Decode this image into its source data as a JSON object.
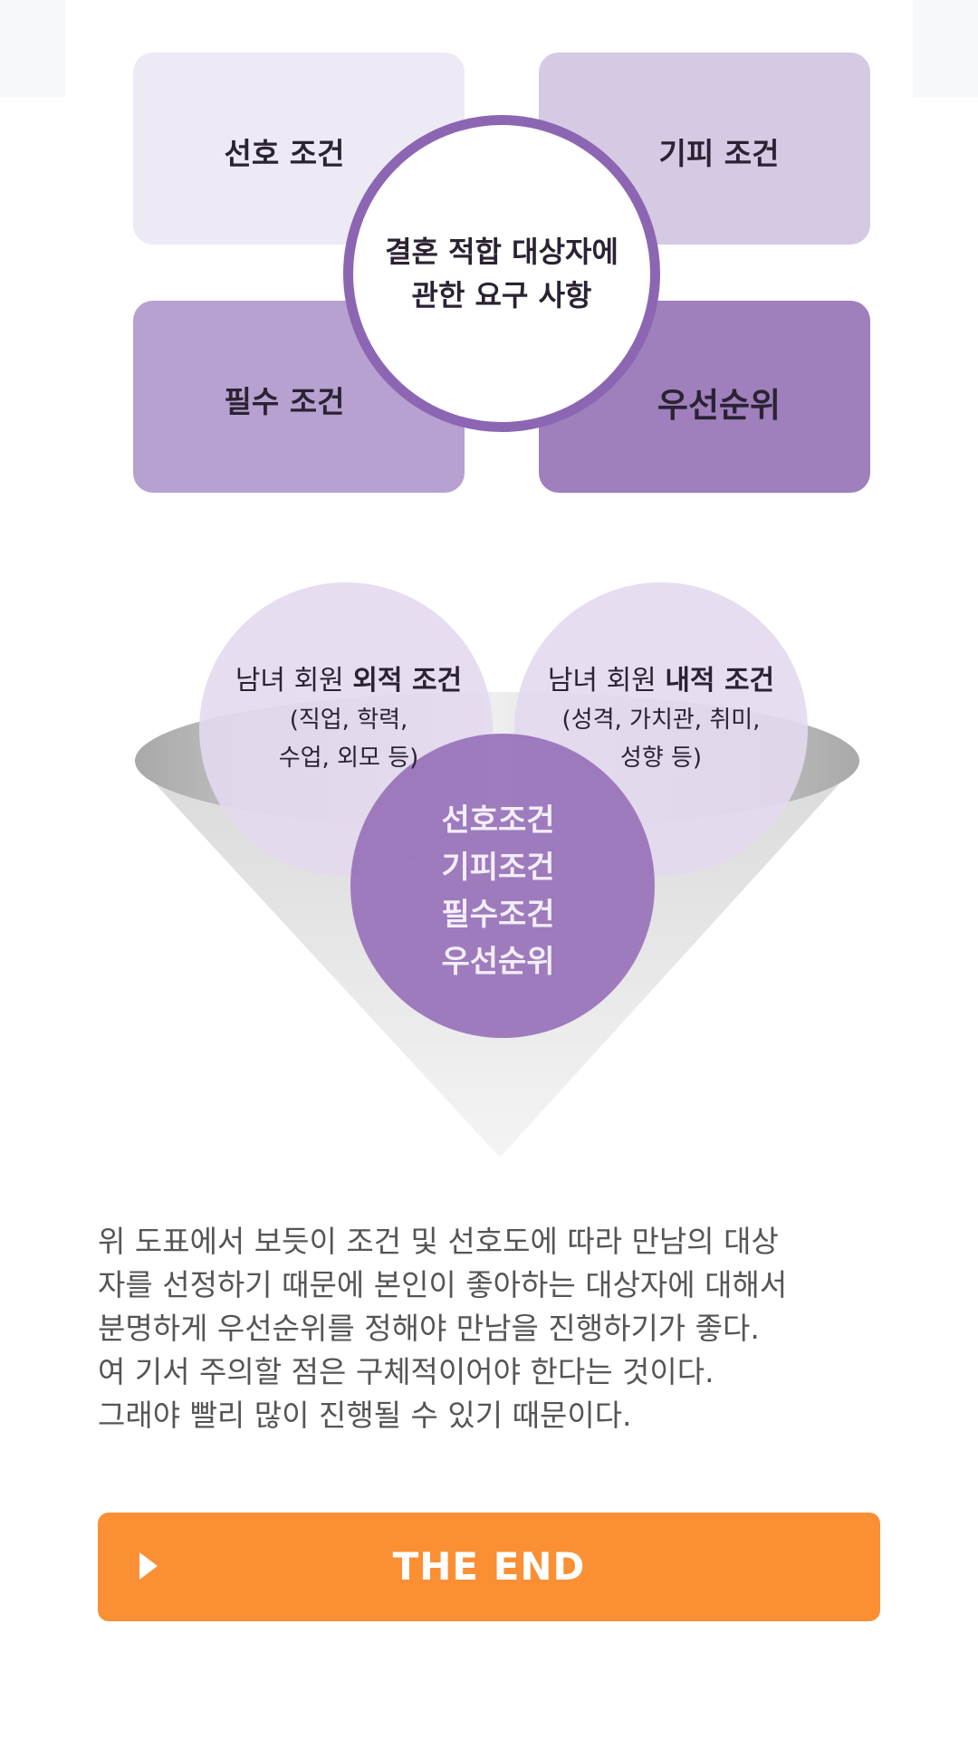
{
  "diagram1": {
    "center_lines": [
      "결혼 적합 대상자에",
      "관한 요구 사항"
    ],
    "quadrants": [
      {
        "label": "선호 조건",
        "color": "#eeeaf5"
      },
      {
        "label": "기피 조건",
        "color": "#d6c9e4"
      },
      {
        "label": "필수 조건",
        "color": "#b7a1d0"
      },
      {
        "label": "우선순위",
        "color": "#9f7fbc"
      }
    ],
    "ring_color": "#8c66b2"
  },
  "diagram2": {
    "left_bubble": {
      "title_prefix": "남녀 회원 ",
      "title_bold": "외적 조건",
      "sub_lines": [
        "(직업, 학력,",
        "수업, 외모 등)"
      ]
    },
    "right_bubble": {
      "title_prefix": "남녀 회원 ",
      "title_bold": "내적 조건",
      "sub_lines": [
        "(성격, 가치관, 취미,",
        "성향 등)"
      ]
    },
    "center_items": [
      "선호조건",
      "기피조건",
      "필수조건",
      "우선순위"
    ],
    "colors": {
      "bubble": "#e3d9ee",
      "center": "#9a75bb",
      "funnel_rim": "#bdbdbd"
    }
  },
  "paragraph_lines": [
    " 위 도표에서 보듯이 조건 및 선호도에 따라 만남의 대상",
    "자를 선정하기 때문에 본인이 좋아하는 대상자에 대해서",
    "분명하게 우선순위를 정해야 만남을 진행하기가 좋다.",
    "여 기서 주의할 점은 구체적이어야 한다는 것이다.",
    "그래야 빨리 많이 진행될 수 있기 때문이다."
  ],
  "end_button": {
    "label": "THE END",
    "icon": "play-icon",
    "color": "#fb8f33"
  }
}
